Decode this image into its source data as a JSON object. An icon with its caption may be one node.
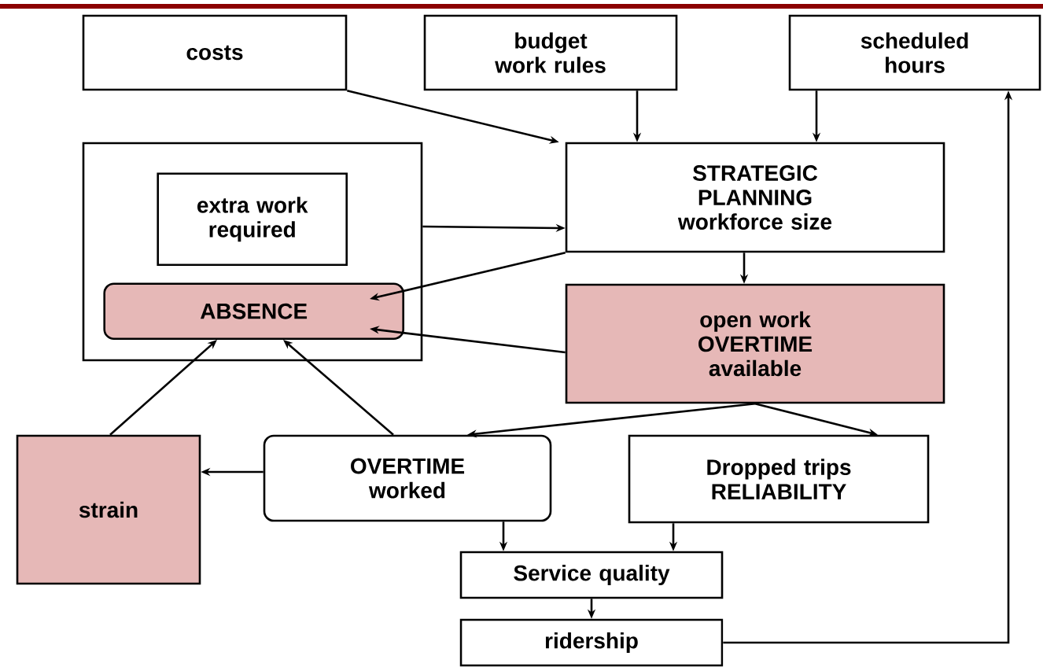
{
  "diagram": {
    "nodes": [
      {
        "text": [
          "costs"
        ]
      },
      {
        "text": [
          "budget work rules"
        ]
      },
      {
        "text": [
          "scheduled hours"
        ]
      },
      {
        "text": [],
        "shape": "box"
      },
      {
        "text": [
          "extra work required"
        ],
        "in": 3
      },
      {
        "text": [
          "ABSENCE"
        ],
        "in": 3
      },
      {
        "text": [
          "STRATEGIC PLANNING workforce size"
        ]
      },
      {
        "text": [
          "open work OVERTIME available"
        ]
      },
      {
        "text": [
          "strain"
        ]
      },
      {
        "text": [
          "OVERTIME worked"
        ]
      },
      {
        "text": [
          "Dropped trips RELIABILITY"
        ]
      },
      {
        "text": [
          "Service quality"
        ]
      },
      {
        "text": [
          "ridership"
        ]
      }
    ],
    "edges": [
      {
        "from": 0,
        "to": 6,
        "arrow": "to"
      },
      {
        "from": 1,
        "to": 6,
        "arrow": "to"
      },
      {
        "from": 2,
        "to": 6,
        "arrow": "to"
      },
      {
        "from": 3,
        "to": 6,
        "arrow": "to"
      },
      {
        "from": 6,
        "to": 5,
        "arrow": "to"
      },
      {
        "from": 6,
        "to": 7,
        "arrow": "to"
      },
      {
        "from": 7,
        "to": 5,
        "arrow": "to"
      },
      {
        "from": 7,
        "to": 9,
        "arrow": "to"
      },
      {
        "from": 7,
        "to": 10,
        "arrow": "to"
      },
      {
        "from": 8,
        "to": 5,
        "arrow": "to"
      },
      {
        "from": 9,
        "to": 5,
        "arrow": "to"
      },
      {
        "from": 9,
        "to": 8,
        "arrow": "to"
      },
      {
        "from": 9,
        "to": 11,
        "arrow": "to"
      },
      {
        "from": 10,
        "to": 11,
        "arrow": "to"
      },
      {
        "from": 11,
        "to": 12,
        "arrow": "to"
      },
      {
        "from": 12,
        "to": 2,
        "arrow": "to"
      }
    ]
  }
}
